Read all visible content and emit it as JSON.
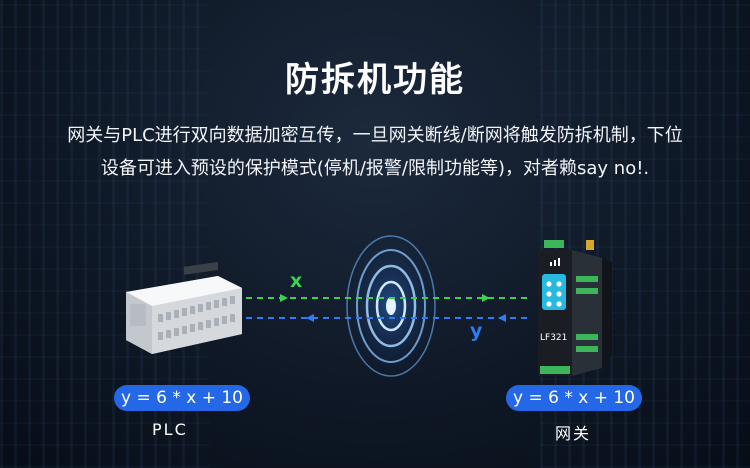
{
  "title": "防拆机功能",
  "description_line1": "网关与PLC进行双向数据加密互传，一旦网关断线/断网将触发防拆机制，下位",
  "description_line2": "设备可进入预设的保护模式(停机/报警/限制功能等)，对者赖say no!.",
  "arrow_x_label": "x",
  "arrow_y_label": "y",
  "plc": {
    "formula": "y = 6 * x + 10",
    "label": "PLC"
  },
  "gateway": {
    "formula": "y = 6 * x + 10",
    "label": "网关",
    "model": "LF321"
  },
  "colors": {
    "green_arrow": "#3cd24f",
    "blue_arrow": "#2f7cf5",
    "formula_bg": "#2468e8"
  }
}
